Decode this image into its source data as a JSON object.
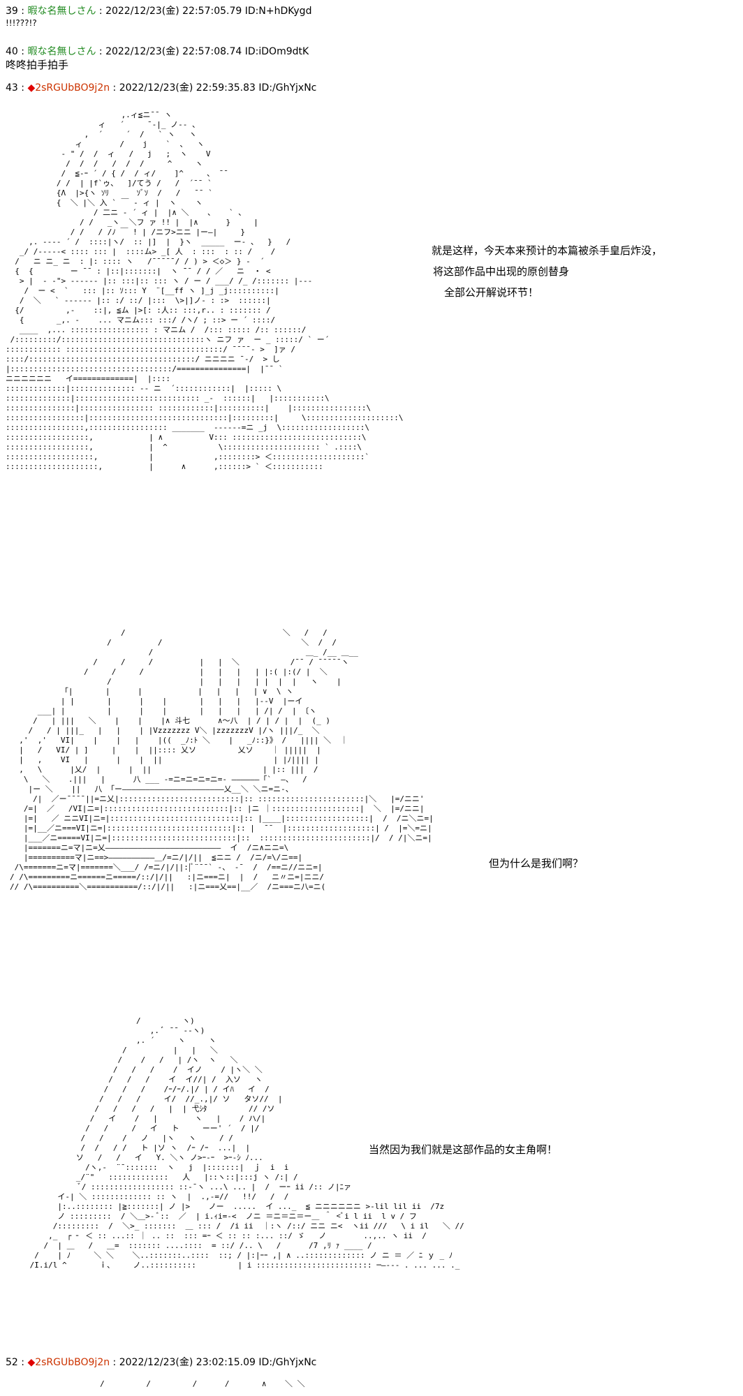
{
  "posts": [
    {
      "number": "39",
      "name": "暇な名無しさん",
      "datetime": "2022/12/23(金) 22:57:05.79",
      "id": "ID:N+hDKygd",
      "body": "!!!???!?"
    },
    {
      "number": "40",
      "name": "暇な名無しさん",
      "datetime": "2022/12/23(金) 22:57:08.74",
      "id": "ID:iDOm9dtK",
      "body": "咚咚拍手拍手"
    },
    {
      "number": "43",
      "trip_mark": "◆",
      "name": "2sRGUbBO9j2n",
      "datetime": "2022/12/23(金) 22:59:35.83",
      "id": "ID:/GhYjxNc"
    },
    {
      "number": "52",
      "trip_mark": "◆",
      "name": "2sRGUbBO9j2n",
      "datetime": "2022/12/23(金) 23:02:15.09",
      "id": "ID:/GhYjxNc"
    }
  ],
  "captions": {
    "first": [
      "就是这样，今天本来预计的本篇被杀手皇后炸没，",
      "将这部作品中出现的原创替身",
      "全部公开解说环节！"
    ],
    "second": "但为什么是我们啊？",
    "third": "当然因为我们就是这部作品的女主角啊！"
  },
  "separator": " : "
}
